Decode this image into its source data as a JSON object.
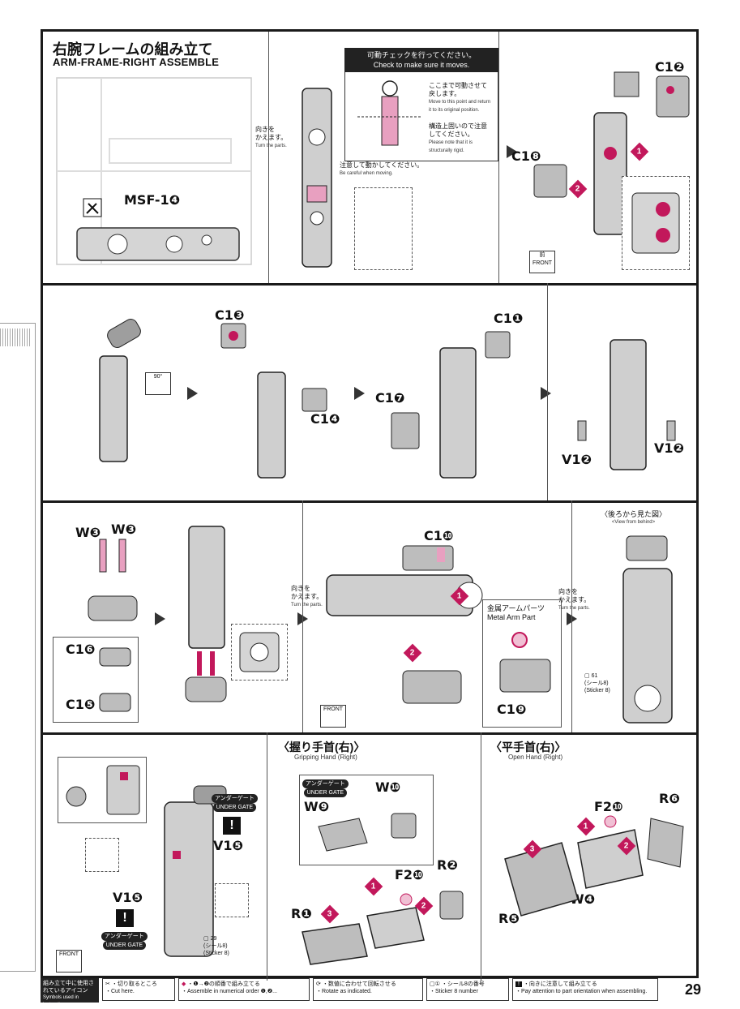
{
  "header": {
    "title_jp": "右腕フレームの組み立て",
    "title_en": "ARM-FRAME-RIGHT ASSEMBLE"
  },
  "step1": {
    "runner_label": "MSF-1❹"
  },
  "step2": {
    "turn_jp": "向きを\nかえます。",
    "turn_en": "Turn the parts.",
    "callout_title_jp": "可動チェックを行ってください。",
    "callout_title_en": "Check to make sure it moves.",
    "move_jp": "ここまで可動させて\n戻します。",
    "move_en": "Move to this point and return\nit to its original position.",
    "rigid_jp": "構造上固いので注意\nしてください。",
    "rigid_en": "Please note that it is\nstructurally rigid.",
    "careful_jp": "注意して動かしてください。",
    "careful_en": "Be careful when moving."
  },
  "step3": {
    "labels": [
      "C1❷",
      "C1❽"
    ],
    "badge_num": "1",
    "badge_num2": "2",
    "front_label": "FRONT",
    "front_jp": "前"
  },
  "row2": {
    "rotate_label": "90°",
    "labels_a": [
      "C1❸",
      "C1❹"
    ],
    "labels_b": [
      "C1❶",
      "C1❼"
    ],
    "labels_c": [
      "V1❷",
      "V1❷"
    ]
  },
  "row3": {
    "w_labels": [
      "W❸",
      "W❸"
    ],
    "c_labels": [
      "C1❻",
      "C1❺"
    ],
    "c10_label": "C1❿",
    "c19_label": "C1❾",
    "turn_jp": "向きを\nかえます。",
    "turn_en": "Turn the parts.",
    "metal_jp": "金属アームパーツ",
    "metal_en": "Metal Arm Part",
    "back_view_jp": "〈後ろから見た図〉",
    "back_view_en": "<View from behind>",
    "sticker_jp": "(シール8)",
    "sticker_en": "(Sticker 8)",
    "sticker_num": "61",
    "front_label": "FRONT"
  },
  "row4": {
    "under_gate_jp": "アンダーゲート",
    "under_gate_en": "UNDER GATE",
    "v15": "V1❺",
    "sticker_num": "29",
    "sticker_jp": "(シール8)",
    "sticker_en": "(Sticker 8)",
    "front_label": "FRONT",
    "gripping_jp": "〈握り手首(右)〉",
    "gripping_en": "Gripping Hand (Right)",
    "open_jp": "〈平手首(右)〉",
    "open_en": "Open Hand (Right)",
    "grip_labels": [
      "W❿",
      "W❾",
      "F2❿",
      "R❷",
      "R❶"
    ],
    "open_labels": [
      "F2❿",
      "R❻",
      "W❹",
      "R❺"
    ]
  },
  "legend": {
    "title_jp": "組み立て中に使用されているアイコン",
    "title_en": "Symbols used in instructions",
    "cut_jp": "・切り取るところ",
    "cut_en": "・Cut here.",
    "order_jp": "・❶→❷の順番で組み立てる",
    "order_en": "・Assemble in numerical order ❶,❷...",
    "rotate_jp": "・数値に合わせて回転させる",
    "rotate_en": "・Rotate as indicated.",
    "sticker_jp": "・シール8の番号",
    "sticker_en": "・Sticker 8 number",
    "orient_jp": "・向きに注意して組み立てる",
    "orient_en": "・Pay attention to part orientation when assembling."
  },
  "page_number": "29",
  "colors": {
    "accent": "#c2185b",
    "frame": "#1a1a1a",
    "part": "#bdbdbd"
  }
}
